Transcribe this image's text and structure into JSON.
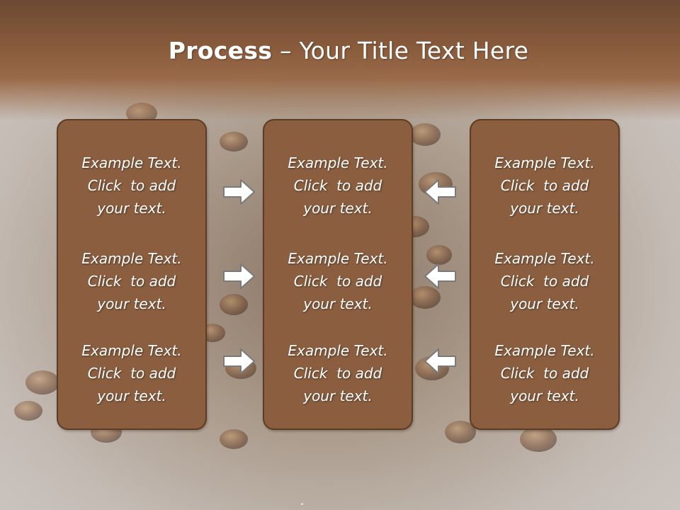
{
  "slide": {
    "title_bold": "Process",
    "title_rest": " – Your Title Text Here"
  },
  "columns": [
    {
      "blocks": [
        {
          "line1": "Example Text.",
          "line2": "Click  to add",
          "line3": "your text."
        },
        {
          "line1": "Example Text.",
          "line2": "Click  to add",
          "line3": "your text."
        },
        {
          "line1": "Example Text.",
          "line2": "Click  to add",
          "line3": "your text."
        }
      ]
    },
    {
      "blocks": [
        {
          "line1": "Example Text.",
          "line2": "Click  to add",
          "line3": "your text."
        },
        {
          "line1": "Example Text.",
          "line2": "Click  to add",
          "line3": "your text."
        },
        {
          "line1": "Example Text.",
          "line2": "Click  to add",
          "line3": "your text."
        }
      ]
    },
    {
      "blocks": [
        {
          "line1": "Example Text.",
          "line2": "Click  to add",
          "line3": "your text."
        },
        {
          "line1": "Example Text.",
          "line2": "Click  to add",
          "line3": "your text."
        },
        {
          "line1": "Example Text.",
          "line2": "Click  to add",
          "line3": "your text."
        }
      ]
    }
  ],
  "arrows": {
    "left_group_direction": "right",
    "right_group_direction": "left",
    "icon": "block-arrow-icon"
  },
  "colors": {
    "title_band": "#86593b",
    "box_fill": "#8a5e3f",
    "box_border": "#5e3c24",
    "text": "#ffffff"
  }
}
